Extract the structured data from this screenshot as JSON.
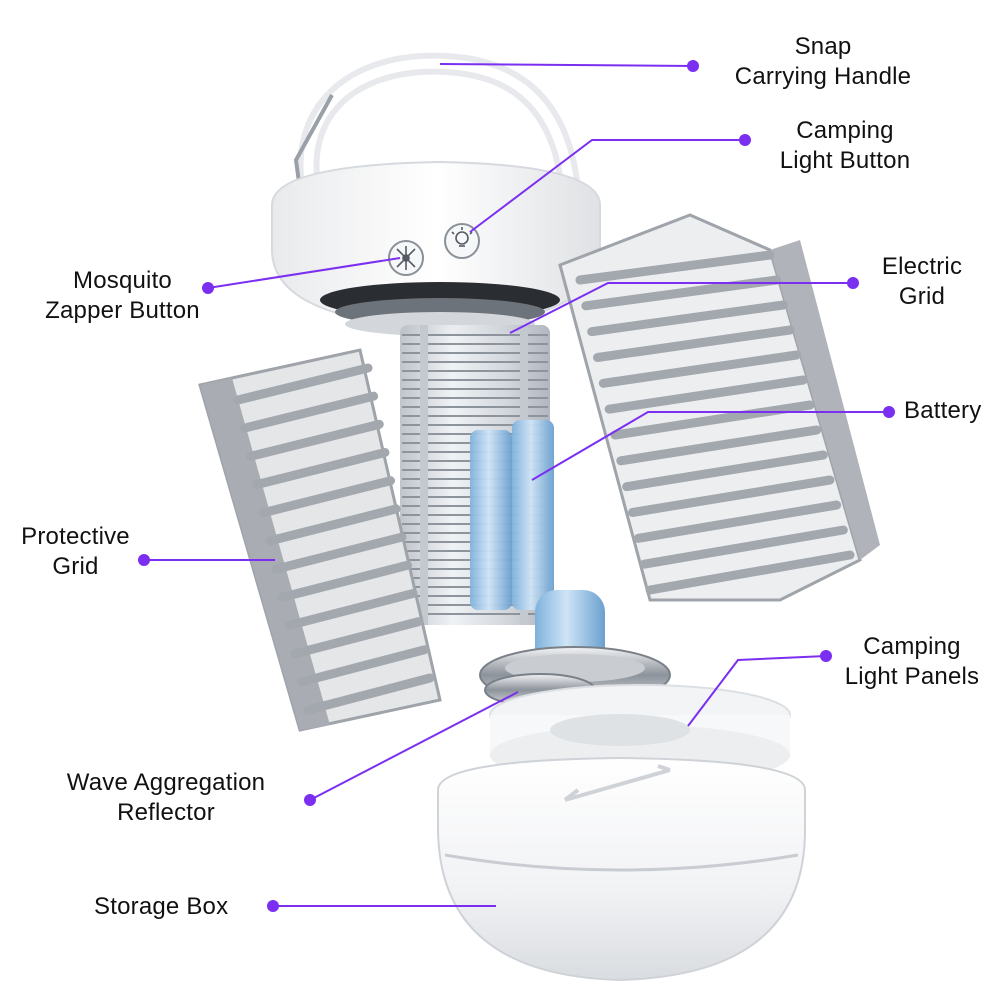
{
  "accent_color": "#7b2ff0",
  "callouts": {
    "handle": {
      "line1": "Snap",
      "line2": "Carrying Handle"
    },
    "light_button": {
      "line1": "Camping",
      "line2": "Light Button"
    },
    "zapper_button": {
      "line1": "Mosquito",
      "line2": "Zapper Button"
    },
    "electric_grid": {
      "line1": "Electric",
      "line2": "Grid"
    },
    "battery": {
      "line1": "Battery"
    },
    "protective_grid": {
      "line1": "Protective",
      "line2": "Grid"
    },
    "light_panels": {
      "line1": "Camping",
      "line2": "Light Panels"
    },
    "reflector": {
      "line1": "Wave Aggregation",
      "line2": "Reflector"
    },
    "storage_box": {
      "line1": "Storage Box"
    }
  },
  "icons": {
    "zapper": "mosquito-icon",
    "light": "bulb-icon"
  }
}
